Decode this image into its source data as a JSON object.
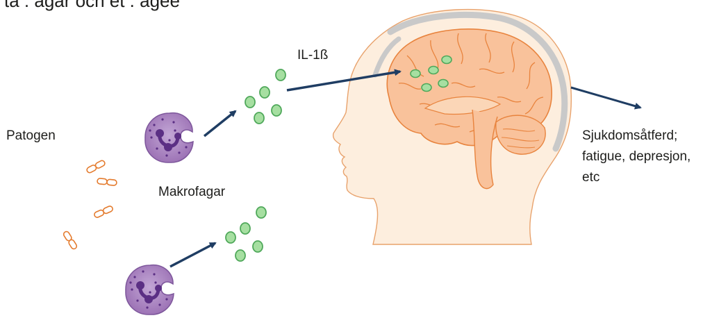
{
  "heading_partial": "ta . agar och et . agee",
  "labels": {
    "pathogen": "Patogen",
    "macrophage": "Makrofagar",
    "cytokine": "IL-1ß",
    "outcome_line1": "Sjukdomsåtferd;",
    "outcome_line2": "fatigue, depresjon,",
    "outcome_line3": "etc"
  },
  "colors": {
    "arrow": "#1f3d63",
    "cytokine_fill": "#a6dfa1",
    "cytokine_stroke": "#4fa85a",
    "brain_fill": "#f9c29b",
    "brain_stroke": "#e8833d",
    "head_fill": "#fdeede",
    "skull": "#c9c9c9",
    "cell_body": "#9a6fb3",
    "cell_nucleus": "#5b2f84",
    "bacteria": "#e47b2e"
  },
  "icons": [
    "macrophage-cell-icon",
    "bacteria-icon",
    "cytokine-particle-icon",
    "brain-icon",
    "head-profile-icon",
    "arrow-icon"
  ]
}
